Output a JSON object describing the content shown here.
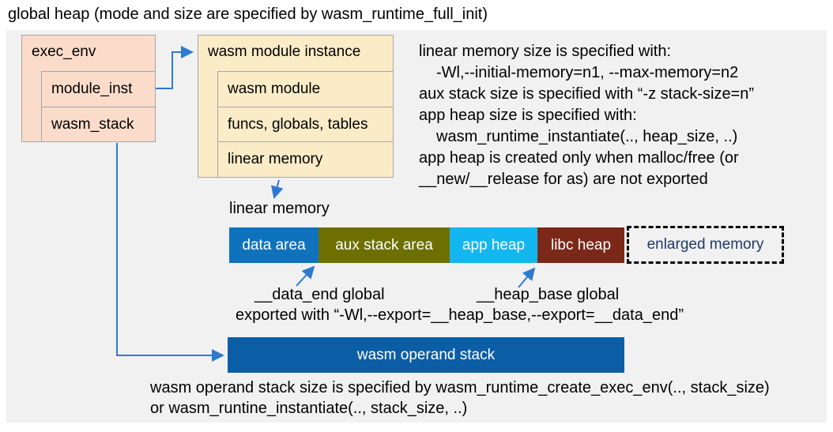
{
  "title": "global heap (mode and size are specified by wasm_runtime_full_init)",
  "exec_env": {
    "header": "exec_env",
    "rows": [
      {
        "label": "module_inst"
      },
      {
        "label": "wasm_stack"
      }
    ]
  },
  "module_instance": {
    "header": "wasm module instance",
    "rows": [
      {
        "label": "wasm module"
      },
      {
        "label": "funcs, globals, tables"
      },
      {
        "label": "linear memory"
      }
    ]
  },
  "notes": {
    "lines": [
      {
        "text": "linear memory size is specified with:"
      },
      {
        "text": "-Wl,--initial-memory=n1, --max-memory=n2"
      },
      {
        "text": "aux stack size is specified with “-z stack-size=n”"
      },
      {
        "text": "app heap size is specified with:"
      },
      {
        "text": "wasm_runtime_instantiate(.., heap_size, ..)"
      },
      {
        "text": "app heap is created only when malloc/free (or"
      },
      {
        "text": "__new/__release for as) are not exported"
      }
    ]
  },
  "linear_memory": {
    "label": "linear memory",
    "segments": [
      {
        "label": "data area",
        "color": "#0f72bd"
      },
      {
        "label": "aux stack area",
        "color": "#6d7000"
      },
      {
        "label": "app heap",
        "color": "#14b6f0"
      },
      {
        "label": "libc heap",
        "color": "#7b2818"
      },
      {
        "label": "enlarged memory",
        "color": "transparent",
        "border": "dashed-black",
        "text_color": "#1e3a66"
      }
    ]
  },
  "annotations": {
    "data_end": "__data_end global",
    "heap_base": "__heap_base global",
    "exported": "exported with “-Wl,--export=__heap_base,--export=__data_end”"
  },
  "operand_stack": {
    "label": "wasm operand stack",
    "color": "#0b5ea5"
  },
  "footer": {
    "lines": [
      {
        "text": "wasm operand stack size is specified by wasm_runtime_create_exec_env(.., stack_size)"
      },
      {
        "text": "or wasm_runtine_instantiate(.., stack_size, ..)"
      }
    ]
  },
  "colors": {
    "panel_bg": "#f1f1f2",
    "exec_env_fill": "#fbdccb",
    "module_instance_fill": "#fbecc8",
    "box_border": "#a6a6a6",
    "arrow": "#2e79d0"
  }
}
